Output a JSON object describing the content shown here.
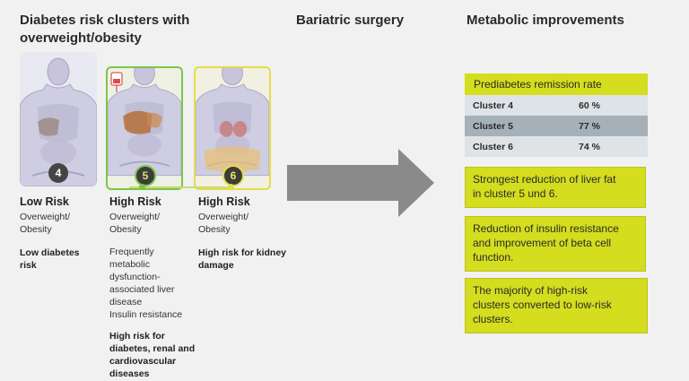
{
  "headings": {
    "clusters": "Diabetes risk clusters with overweight/obesity",
    "clusters_line1": "Diabetes risk clusters with",
    "clusters_line2": "overweight/obesity",
    "surgery": "Bariatric surgery",
    "improvements": "Metabolic improvements"
  },
  "clusters": [
    {
      "number": "4",
      "risk": "Low Risk",
      "condition_line1": "Overweight/",
      "condition_line2": "Obesity",
      "details": [],
      "risk_note_line1": "Low diabetes",
      "risk_note_line2": "risk"
    },
    {
      "number": "5",
      "risk": "High Risk",
      "condition_line1": "Overweight/",
      "condition_line2": "Obesity",
      "details": [
        "Frequently",
        "metabolic",
        "dysfunction-",
        "associated liver",
        "disease",
        "Insulin resistance"
      ],
      "risk_note_lines": [
        "High risk for",
        "diabetes, renal and",
        "cardiovascular",
        "diseases"
      ]
    },
    {
      "number": "6",
      "risk": "High Risk",
      "condition_line1": "Overweight/",
      "condition_line2": "Obesity",
      "details": [],
      "risk_note_line1": "High risk for kidney",
      "risk_note_line2": "damage"
    }
  ],
  "remission_table": {
    "title": "Prediabetes remission rate",
    "rows": [
      {
        "cluster": "Cluster 4",
        "rate": "60 %"
      },
      {
        "cluster": "Cluster 5",
        "rate": "77 %"
      },
      {
        "cluster": "Cluster 6",
        "rate": "74 %"
      }
    ]
  },
  "findings": [
    {
      "line1": "Strongest reduction of liver fat",
      "line2": "in cluster 5 und 6."
    },
    {
      "line1": "Reduction of insulin resistance",
      "line2": "and improvement of beta cell",
      "line3": "function."
    },
    {
      "line1": "The majority of high-risk",
      "line2": "clusters converted to low-risk",
      "line3": "clusters."
    }
  ],
  "colors": {
    "accent_yellow": "#d4dd1e",
    "cluster5_border": "#7fc44a",
    "cluster6_border": "#e6dc4a",
    "arrow": "#8a8a8a"
  },
  "icons": {
    "figure": "human-torso-anatomy-icon",
    "arrow": "right-arrow-icon",
    "iv_bag": "iv-bag-icon"
  }
}
